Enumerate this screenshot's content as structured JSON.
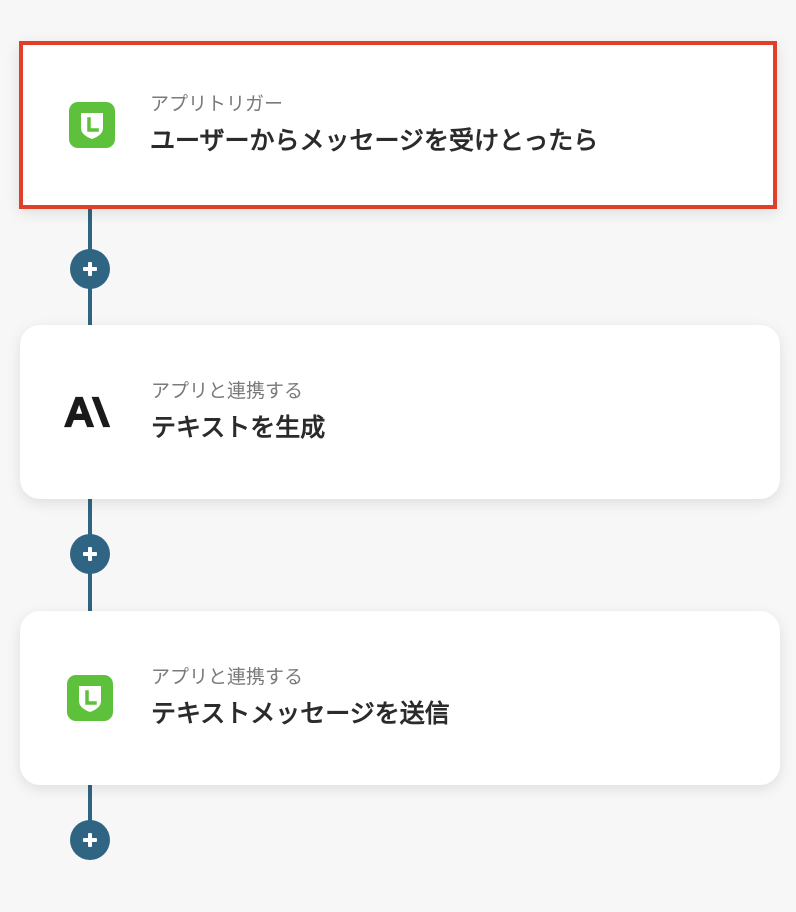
{
  "steps": [
    {
      "subtitle": "アプリトリガー",
      "title": "ユーザーからメッセージを受けとったら",
      "icon": "line-icon",
      "selected": true
    },
    {
      "subtitle": "アプリと連携する",
      "title": "テキストを生成",
      "icon": "anthropic-icon",
      "selected": false
    },
    {
      "subtitle": "アプリと連携する",
      "title": "テキストメッセージを送信",
      "icon": "line-icon",
      "selected": false
    }
  ],
  "colors": {
    "accent": "#2f6582",
    "selection_border": "#e0402a",
    "line_green": "#5ec13b",
    "background": "#f7f7f7"
  },
  "icons": {
    "add": "plus-icon"
  }
}
